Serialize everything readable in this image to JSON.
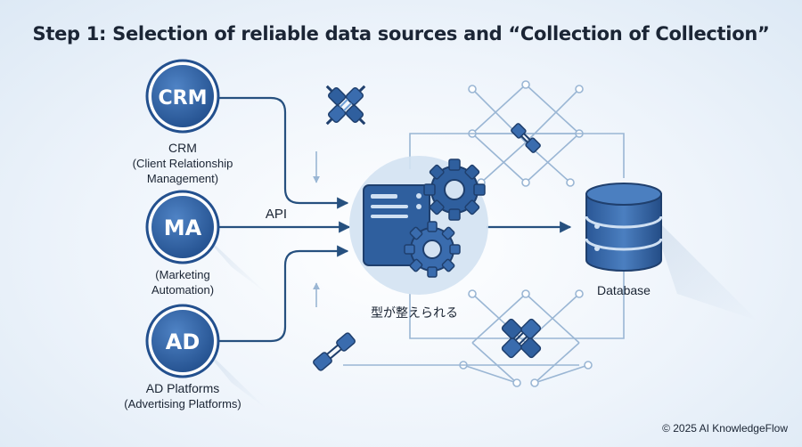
{
  "title": "Step 1: Selection of reliable data sources and “Collection of Collection”",
  "sources": [
    {
      "badge": "CRM",
      "label": "CRM",
      "sub1": "(Client Relationship",
      "sub2": "Management)"
    },
    {
      "badge": "MA",
      "label": "",
      "sub1": "(Marketing",
      "sub2": "Automation)"
    },
    {
      "badge": "AD",
      "label": "AD Platforms",
      "sub1": "(Advertising Platforms)",
      "sub2": ""
    }
  ],
  "api_label": "API",
  "processor_label": "型が整えられる",
  "database_label": "Database",
  "copyright": "© 2025 AI KnowledgeFlow",
  "colors": {
    "primary": "#2f5f9e",
    "dark": "#1f3f6d",
    "line": "#26507f",
    "net": "#9ab6d4",
    "accent": "#6fa0d6"
  }
}
